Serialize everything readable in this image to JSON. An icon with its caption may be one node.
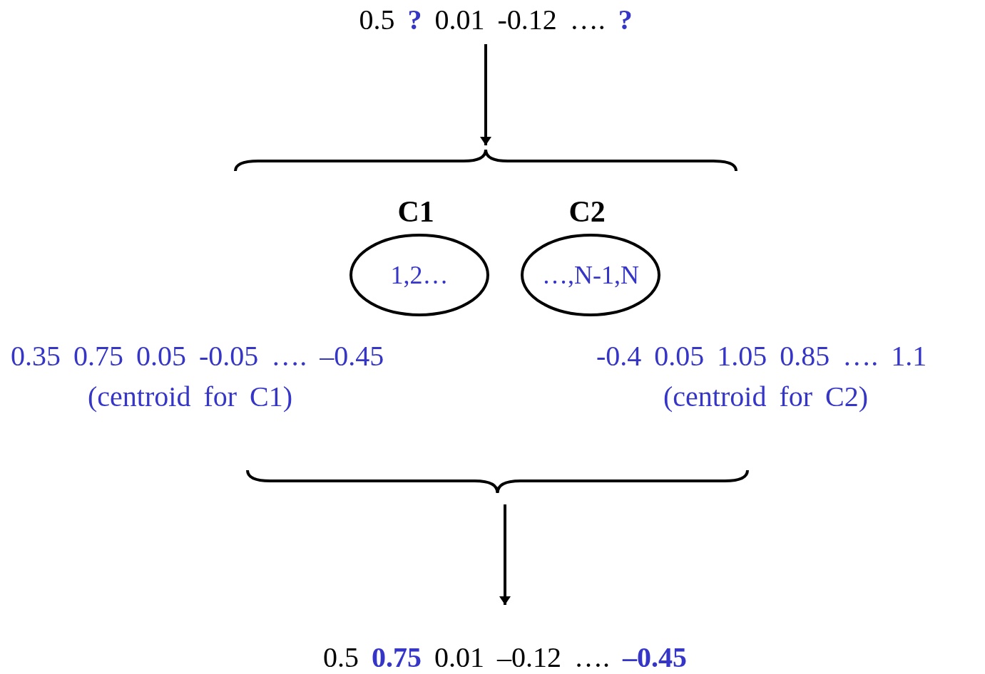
{
  "diagram": {
    "nodes": [
      {
        "text": [
          "0.5 **?** 0.01 -0.12 …. **?**"
        ]
      },
      {
        "text": [],
        "shape": "brace"
      },
      {
        "text": [
          "C1",
          "1,2…"
        ]
      },
      {
        "text": [
          "C2",
          "…,N-1,N"
        ]
      },
      {
        "text": [],
        "shape": "brace"
      },
      {
        "text": [
          "0.5 **0.75** 0.01 –0.12 …. **–0.45**"
        ]
      }
    ],
    "edges": [
      {
        "from": 0,
        "to": 1,
        "arrow": "to"
      },
      {
        "from": 4,
        "to": 5,
        "arrow": "to"
      }
    ],
    "labels": [
      "0.35 0.75 0.05 -0.05 …. –0.45",
      "(centroid for C1)",
      "-0.4 0.05 1.05 0.85 …. 1.1",
      "(centroid for C2)"
    ]
  }
}
